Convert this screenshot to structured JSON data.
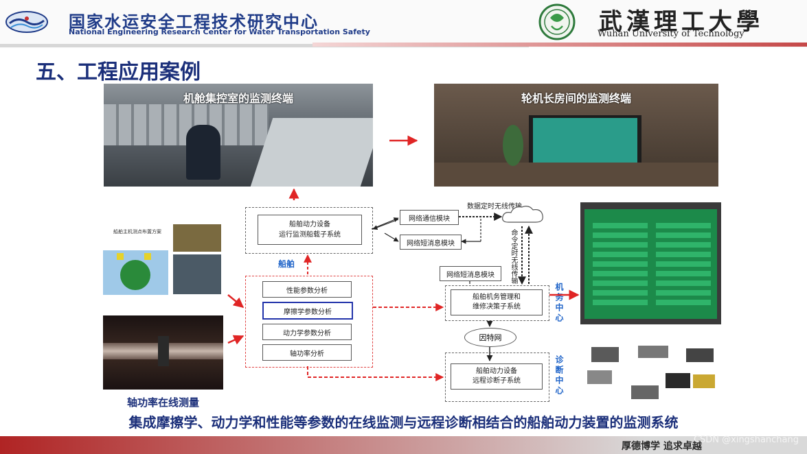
{
  "header": {
    "org_cn": "国家水运安全工程技术研究中心",
    "org_en": "National Engineering Research Center for Water Transportation Safety",
    "univ_cn": "武漢理工大學",
    "univ_en": "Wuhan University of Technology"
  },
  "title": "五、工程应用案例",
  "photos": {
    "control_room": "机舱集控室的监测终端",
    "chief_room": "轮机长房间的监测终端",
    "shaft_caption": "轴功率在线测量",
    "sensor_plan": "船舶主机测点布置方案"
  },
  "diagram": {
    "ship_monitor": "船舶动力设备\n运行监测船载子系统",
    "ship_label": "船舶",
    "network_comm": "网络通信模块",
    "network_sms": "网络短消息模块",
    "network_sms2": "网络短消息模块",
    "wireless_timed": "数据定时无线传输",
    "cmd_wireless": "命令定时无线传输",
    "perf": "性能参数分析",
    "tribo": "摩擦学参数分析",
    "dynamic": "动力学参数分析",
    "shaft_power": "轴功率分析",
    "mgmt": "船舶机务管理和\n维修决策子系统",
    "internet": "因特网",
    "remote": "船舶动力设备\n远程诊断子系统",
    "center1": "机务中心",
    "center2": "诊断中心"
  },
  "bottom_text": "集成摩擦学、动力学和性能等参数的在线监测与远程诊断相结合的船舶动力装置的监测系统",
  "footer": {
    "motto": "厚德博学  追求卓越",
    "watermark": "CSDN @xingshanchang"
  },
  "colors": {
    "brand_blue": "#1b2f7a",
    "label_blue": "#1e63c8",
    "arrow_red": "#e02525",
    "footer_red": "#b02424"
  }
}
